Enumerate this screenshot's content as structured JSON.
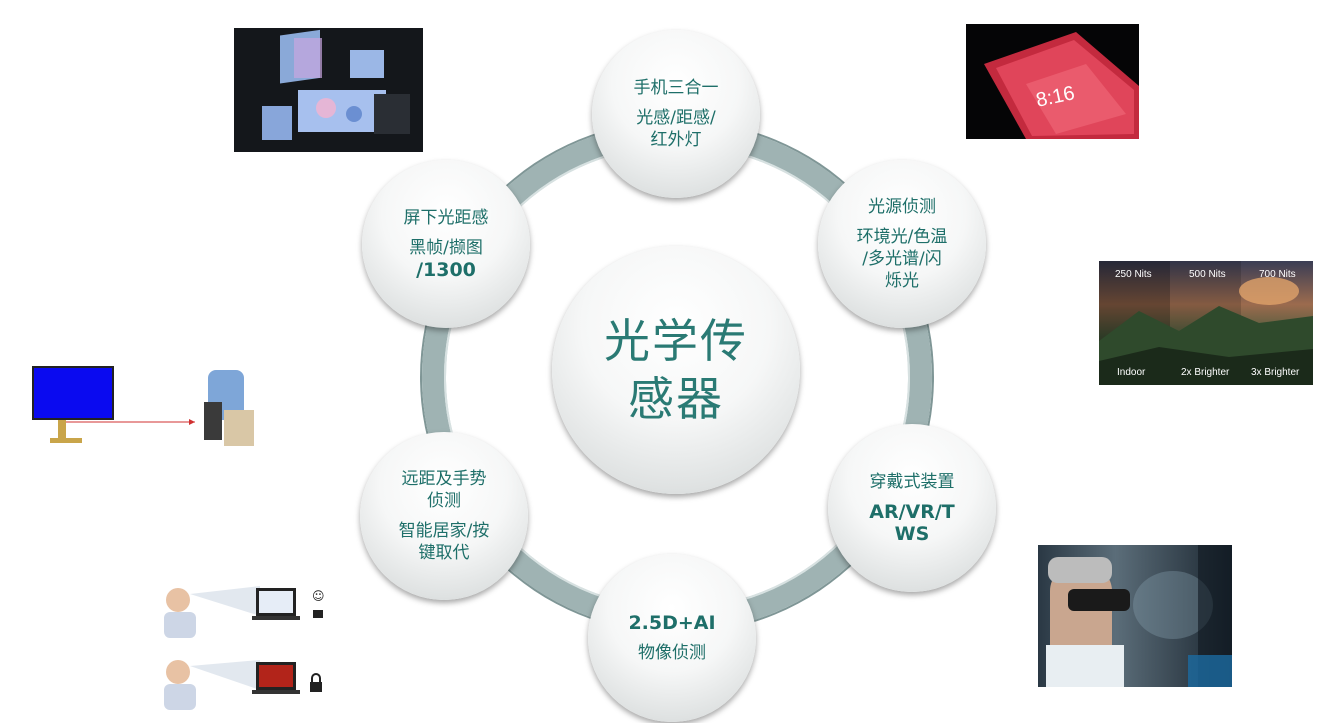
{
  "center": {
    "line1": "光学传",
    "line2": "感器"
  },
  "nodes": {
    "top": {
      "title": "手机三合一",
      "line1": "光感/距感/",
      "line2": "红外灯"
    },
    "top_right": {
      "title": "光源侦测",
      "line1": "环境光/色温",
      "line2": "/多光谱/闪",
      "line3": "烁光"
    },
    "bottom_right": {
      "title": "穿戴式装置",
      "line1": "AR/VR/T",
      "line2": "WS"
    },
    "bottom": {
      "title": "2.5D+AI",
      "line1": "物像侦测"
    },
    "bottom_left": {
      "title": "远距及手势",
      "title2": "侦测",
      "line1": "智能居家/按",
      "line2": "键取代"
    },
    "top_left": {
      "title": "屏下光距感",
      "line1": "黑帧/撷图",
      "line2": "/1300"
    }
  },
  "photos": {
    "nits_labels": [
      "250 Nits",
      "500 Nits",
      "700 Nits"
    ],
    "nits_bottom": [
      "Indoor",
      "2x Brighter",
      "3x Brighter"
    ],
    "phone_clock": "8:16"
  },
  "colors": {
    "ring": "#9fb3b3",
    "text": "#1e6f69"
  }
}
